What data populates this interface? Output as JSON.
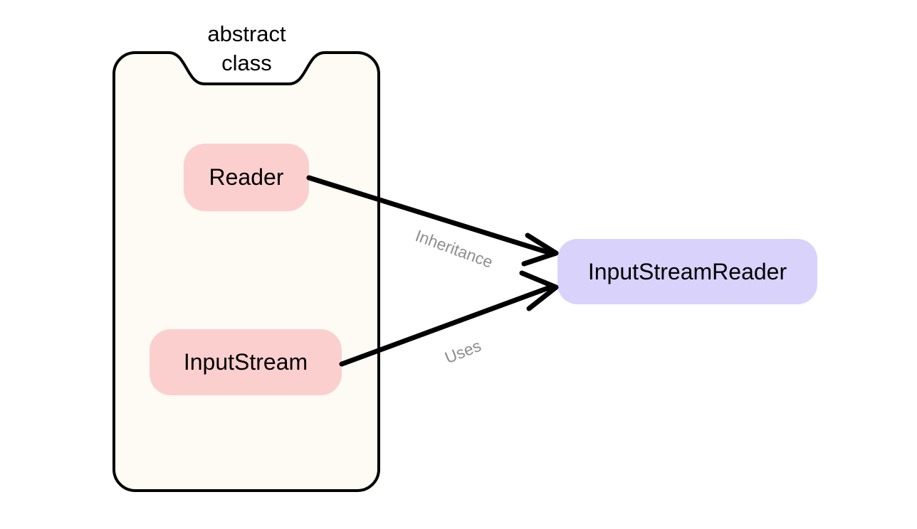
{
  "diagram": {
    "type": "class-relationship-diagram",
    "background_color": "#ffffff",
    "group": {
      "caption_line1": "abstract",
      "caption_line2": "class",
      "fill_color": "#fdfbf3",
      "stroke_color": "#000000",
      "members": [
        "Reader",
        "InputStream"
      ]
    },
    "nodes": [
      {
        "id": "reader",
        "label": "Reader",
        "fill_color": "#fccfcf",
        "text_color": "#000000",
        "inside_group": true
      },
      {
        "id": "inputstream",
        "label": "InputStream",
        "fill_color": "#fccfcf",
        "text_color": "#000000",
        "inside_group": true
      },
      {
        "id": "inputstreamreader",
        "label": "InputStreamReader",
        "fill_color": "#d9d2fb",
        "text_color": "#000000",
        "inside_group": false
      }
    ],
    "edges": [
      {
        "id": "inheritance",
        "label": "Inheritance",
        "from": "reader",
        "to": "inputstreamreader",
        "label_color": "#8d8d8d",
        "stroke_color": "#000000",
        "arrowhead": "open-v"
      },
      {
        "id": "uses",
        "label": "Uses",
        "from": "inputstream",
        "to": "inputstreamreader",
        "label_color": "#8d8d8d",
        "stroke_color": "#000000",
        "arrowhead": "open-v"
      }
    ]
  }
}
